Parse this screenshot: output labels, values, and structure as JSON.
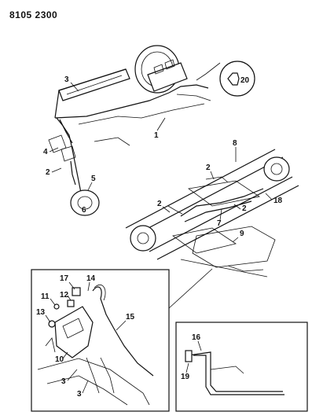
{
  "document_id": "8105 2300",
  "callouts": [
    "1",
    "2",
    "3",
    "4",
    "5",
    "6",
    "7",
    "8",
    "9",
    "10",
    "11",
    "12",
    "13",
    "14",
    "15",
    "16",
    "17",
    "18",
    "19",
    "20"
  ]
}
